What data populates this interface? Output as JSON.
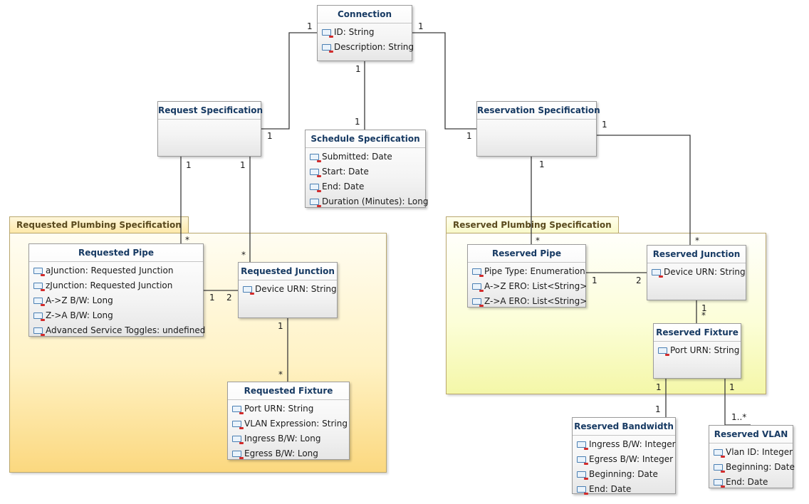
{
  "packages": {
    "requested": "Requested Plumbing Specification",
    "reserved": "Reserved Plumbing Specification"
  },
  "classes": {
    "connection": {
      "title": "Connection",
      "attrs": [
        "ID: String",
        "Description: String"
      ]
    },
    "request_spec": {
      "title": "Request Specification",
      "attrs": []
    },
    "schedule_spec": {
      "title": "Schedule Specification",
      "attrs": [
        "Submitted: Date",
        "Start: Date",
        "End: Date",
        "Duration (Minutes): Long"
      ]
    },
    "reservation_spec": {
      "title": "Reservation Specification",
      "attrs": []
    },
    "requested_pipe": {
      "title": "Requested Pipe",
      "attrs": [
        "aJunction: Requested Junction",
        "zJunction: Requested Junction",
        "A->Z B/W: Long",
        "Z->A B/W: Long",
        "Advanced Service Toggles: undefined"
      ]
    },
    "requested_junction": {
      "title": "Requested Junction",
      "attrs": [
        "Device URN: String"
      ]
    },
    "requested_fixture": {
      "title": "Requested Fixture",
      "attrs": [
        "Port URN: String",
        "VLAN Expression: String",
        "Ingress B/W: Long",
        "Egress B/W: Long"
      ]
    },
    "reserved_pipe": {
      "title": "Reserved Pipe",
      "attrs": [
        "Pipe Type: Enumeration",
        "A->Z ERO: List<String>",
        "Z->A ERO: List<String>"
      ]
    },
    "reserved_junction": {
      "title": "Reserved Junction",
      "attrs": [
        "Device URN: String"
      ]
    },
    "reserved_fixture": {
      "title": "Reserved Fixture",
      "attrs": [
        "Port URN: String"
      ]
    },
    "reserved_bandwidth": {
      "title": "Reserved Bandwidth",
      "attrs": [
        "Ingress B/W: Integer",
        "Egress B/W: Integer",
        "Beginning: Date",
        "End: Date"
      ]
    },
    "reserved_vlan": {
      "title": "Reserved VLAN",
      "attrs": [
        "Vlan ID: Integer",
        "Beginning: Date",
        "End: Date"
      ]
    }
  },
  "multiplicities": {
    "conn_req_conn": "1",
    "conn_req_req": "1",
    "conn_sched_conn": "1",
    "conn_sched_sched": "1",
    "conn_res_conn": "1",
    "conn_res_res": "1",
    "req_pipe_req": "1",
    "req_pipe_pipe": "*",
    "req_junc_req": "1",
    "req_junc_junc": "*",
    "pipe_junc_pipe": "1",
    "pipe_junc_junc": "2",
    "junc_fix_junc": "1",
    "junc_fix_fix": "*",
    "res_rpipe_res": "1",
    "res_rpipe_pipe": "*",
    "res_rjunc_res": "1",
    "res_rjunc_junc": "*",
    "rpipe_rjunc_pipe": "1",
    "rpipe_rjunc_junc": "2",
    "rjunc_rfix_junc": "1",
    "rjunc_rfix_fix": "*",
    "rfix_bw_fix": "1",
    "rfix_bw_bw": "1",
    "rfix_vlan_fix": "1",
    "rfix_vlan_vlan": "1..*"
  }
}
